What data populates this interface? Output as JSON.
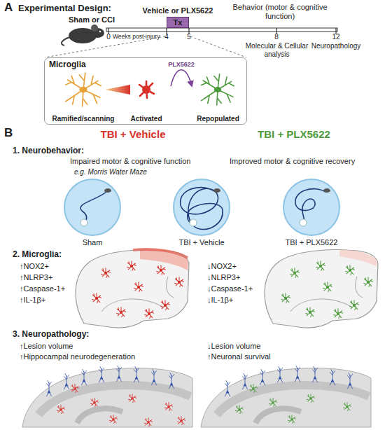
{
  "diagram": {
    "nodes": [
      {
        "text": [
          "Tx"
        ]
      },
      {
        "text": [
          "Microglia"
        ]
      },
      {
        "text": [
          "Ramified/scanning"
        ],
        "in": 1
      },
      {
        "text": [
          "Activated"
        ],
        "in": 1
      },
      {
        "text": [
          "Repopulated"
        ],
        "in": 1
      },
      {
        "text": [
          "Sham"
        ]
      },
      {
        "text": [
          "TBI + Vehicle"
        ]
      },
      {
        "text": [
          "TBI + PLX5622"
        ]
      }
    ],
    "edges": [
      {
        "from": 3,
        "to": 4,
        "label": "PLX5622",
        "arrow": "to"
      }
    ],
    "labels": [
      "A",
      "Experimental Design:",
      "Vehicle or PLX5622",
      "Behavior (motor & cognitive function)",
      "Sham or CCI",
      "0",
      "Weeks post-injury",
      "4",
      "5",
      "8",
      "Molecular & Cellular analysis",
      "12",
      "Neuropathology",
      "B",
      "TBI + Vehicle",
      "TBI + PLX5622",
      "1. Neurobehavior:",
      "Impaired motor & cognitive function",
      "Improved motor & cognitive recovery",
      "e.g. Morris Water Maze",
      "2. Microglia:",
      "↑NOX2+",
      "↑NLRP3+",
      "↑Caspase-1+",
      "↑IL-1β+",
      "↓NOX2+",
      "↓NLRP3+",
      "↓Caspase-1+",
      "↓IL-1β+",
      "3. Neuropathology:",
      "↑Lesion volume",
      "↑Hippocampal neurodegeneration",
      "↓Lesion volume",
      "↑Neuronal survival"
    ]
  }
}
